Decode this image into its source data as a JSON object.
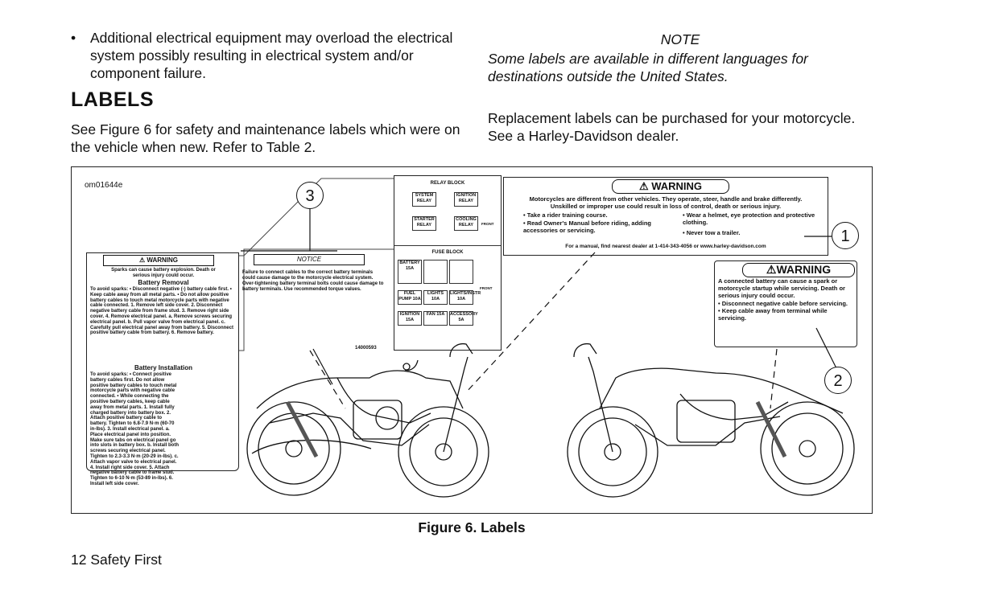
{
  "left_column": {
    "bullet": "•",
    "bullet_text": "Additional electrical equipment may overload the electrical system possibly resulting in electrical system and/or component failure.",
    "heading": "LABELS",
    "paragraph": "See Figure 6 for safety and maintenance labels which were on the vehicle when new. Refer to Table 2."
  },
  "right_column": {
    "note_heading": "NOTE",
    "note_text": "Some labels are available in different languages for destinations outside the United States.",
    "replacement_text": "Replacement labels can be purchased for your motorcycle. See a Harley-Davidson dealer."
  },
  "figure": {
    "figure_id": "om01644e",
    "caption": "Figure 6. Labels",
    "callouts": [
      "3",
      "1",
      "2"
    ],
    "battery_label": {
      "warning_title": "⚠ WARNING",
      "spark_warning": "Sparks can cause battery explosion. Death or serious injury could occur.",
      "removal_title": "Battery Removal",
      "removal_text": "To avoid sparks: • Disconnect negative (-) battery cable first. • Keep cable away from all metal parts. • Do not allow positive battery cables to touch metal motorcycle parts with negative cable connected. 1. Remove left side cover. 2. Disconnect negative battery cable from frame stud. 3. Remove right side cover. 4. Remove electrical panel. a. Remove screws securing electrical panel. b. Pull vapor valve from electrical panel. c. Carefully pull electrical panel away from battery. 5. Disconnect positive battery cable from battery. 6. Remove battery.",
      "install_title": "Battery Installation",
      "install_text": "To avoid sparks: • Connect positive battery cables first. Do not allow positive battery cables to touch metal motorcycle parts with negative cable connected. • While connecting the positive battery cables, keep cable away from metal parts. 1. Install fully charged battery into battery box. 2. Attach positive battery cable to battery. Tighten to 6.8-7.9 N·m (60-70 in-lbs). 3. Install electrical panel. a. Place electrical panel into position. Make sure tabs on electrical panel go into slots in battery box. b. Install both screws securing electrical panel. Tighten to 2.3-3.3 N·m (20-29 in-lbs). c. Attach vapor valve to electrical panel. 4. Install right side cover. 5. Attach negative battery cable to frame stud. Tighten to 6-10 N·m (53-89 in-lbs). 6. Install left side cover."
    },
    "notice_label": {
      "title": "NOTICE",
      "text": "Failure to connect cables to the correct battery terminals could cause damage to the motorcycle electrical system. Over-tightening battery terminal bolts could cause damage to battery terminals. Use recommended torque values.",
      "part_number": "14000593"
    },
    "relay_block": {
      "title": "RELAY BLOCK",
      "relays": [
        "SYSTEM RELAY",
        "IGNITION RELAY",
        "STARTER RELAY",
        "COOLING RELAY"
      ],
      "front": "FRONT"
    },
    "fuse_block": {
      "title": "FUSE BLOCK",
      "battery": "BATTERY 15A",
      "fuses": [
        "FUEL PUMP 10A",
        "LIGHTS 10A",
        "LIGHTS/INSTR 10A",
        "IGNITION 15A",
        "FAN 15A",
        "ACCESSORY 5A"
      ],
      "front": "FRONT"
    },
    "warning_label_1": {
      "title": "⚠ WARNING",
      "line1": "Motorcycles are different from other vehicles. They operate, steer, handle and brake differently.",
      "line2": "Unskilled or improper use could result in loss of control, death or serious injury.",
      "bullet_a": "• Take a rider training course.",
      "bullet_b": "• Read Owner's Manual before riding, adding accessories or servicing.",
      "bullet_c": "• Wear a helmet, eye protection and protective clothing.",
      "bullet_d": "• Never tow a trailer.",
      "footer": "For a manual, find nearest dealer at 1-414-343-4056 or www.harley-davidson.com"
    },
    "warning_label_2": {
      "title": "⚠WARNING",
      "text": "A connected battery can cause a spark or motorcycle startup while servicing. Death or serious injury could occur.",
      "bullet_a": "• Disconnect negative cable before servicing.",
      "bullet_b": "• Keep cable away from terminal while servicing."
    }
  },
  "footer": {
    "page_text": "12 Safety First"
  }
}
